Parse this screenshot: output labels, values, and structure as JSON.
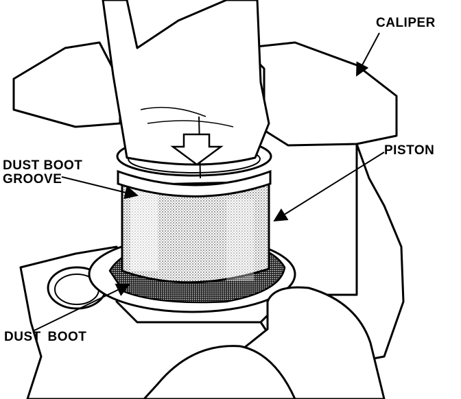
{
  "labels": {
    "caliper": "CALIPER",
    "piston": "PISTON",
    "dust_boot_groove_line1": "DUST BOOT",
    "dust_boot_groove_line2": "GROOVE",
    "dust_boot": "DUST BOOT"
  },
  "colors": {
    "ink": "#000000",
    "paper": "#ffffff",
    "stipple": "#8a8a8a"
  }
}
